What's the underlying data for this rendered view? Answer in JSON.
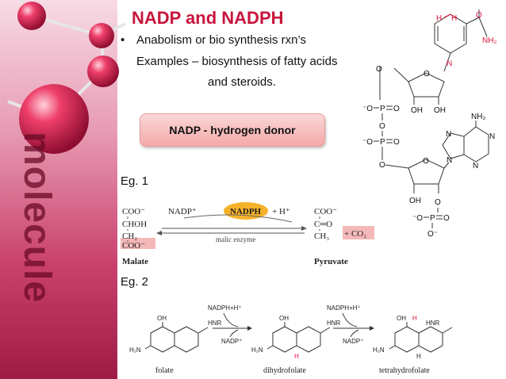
{
  "title": "NADP and NADPH",
  "bullet": {
    "marker": "•",
    "line1": "Anabolism or bio synthesis rxn’s",
    "line2": "Examples – biosynthesis of fatty acids",
    "line3": "and steroids."
  },
  "callout": "NADP -  hydrogen donor",
  "eg1_label": "Eg. 1",
  "eg2_label": "Eg. 2",
  "side_text": "molecule",
  "reaction1": {
    "left": [
      "COO⁻",
      "CHOH",
      "CH₂",
      "COO⁻",
      "Malate"
    ],
    "nadp": "NADP⁺",
    "nadph": "NADPH",
    "proton": "+ H⁺",
    "enzyme": "malic enzyme",
    "right": [
      "COO⁻",
      "C═O",
      "CH₃",
      "Pyruvate"
    ],
    "co2": "+ CO₂"
  },
  "reaction2": {
    "cofactor_in": "NADPH+H⁺",
    "cofactor_out": "NADP⁺",
    "compounds": [
      "folate",
      "dihydrofolate",
      "tetrahydrofolate"
    ],
    "atoms": {
      "oh": "OH",
      "hnr": "HNR",
      "h2n": "H₂N",
      "h": "H"
    }
  },
  "nadph_structure": {
    "h": "H",
    "o": "O",
    "n": "N",
    "nh2": "NH₂",
    "oh": "OH",
    "ominus": "⁻O",
    "pos": "P",
    "phos_o": "O",
    "ominus2": "O⁻"
  },
  "colors": {
    "title": "#c8143c",
    "accent_red": "#e0143c"
  }
}
